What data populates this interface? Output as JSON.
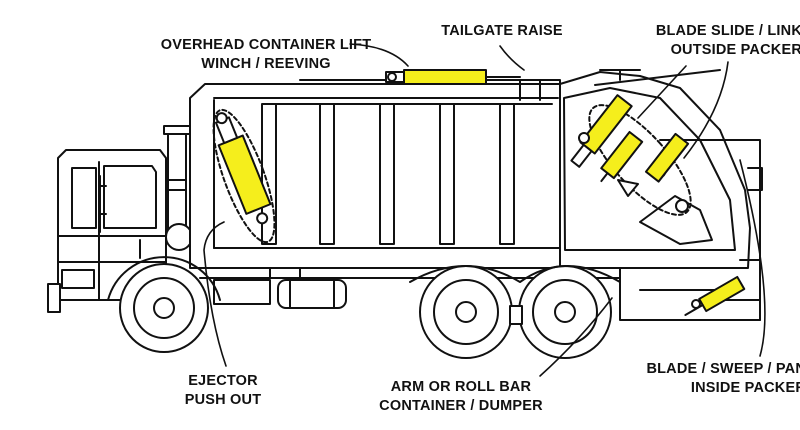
{
  "labels": {
    "overhead": [
      "OVERHEAD CONTAINER LIFT",
      "WINCH / REEVING"
    ],
    "tailgate": [
      "TAILGATE RAISE"
    ],
    "blade_slide": [
      "BLADE SLIDE / LINK",
      "OUTSIDE PACKER"
    ],
    "ejector": [
      "EJECTOR",
      "PUSH OUT"
    ],
    "arm": [
      "ARM OR ROLL BAR",
      "CONTAINER / DUMPER"
    ],
    "sweep": [
      "BLADE / SWEEP / PAN",
      "INSIDE PACKER"
    ]
  },
  "colors": {
    "cylinder": "#f5ee1c",
    "line": "#111111",
    "background": "#ffffff"
  }
}
